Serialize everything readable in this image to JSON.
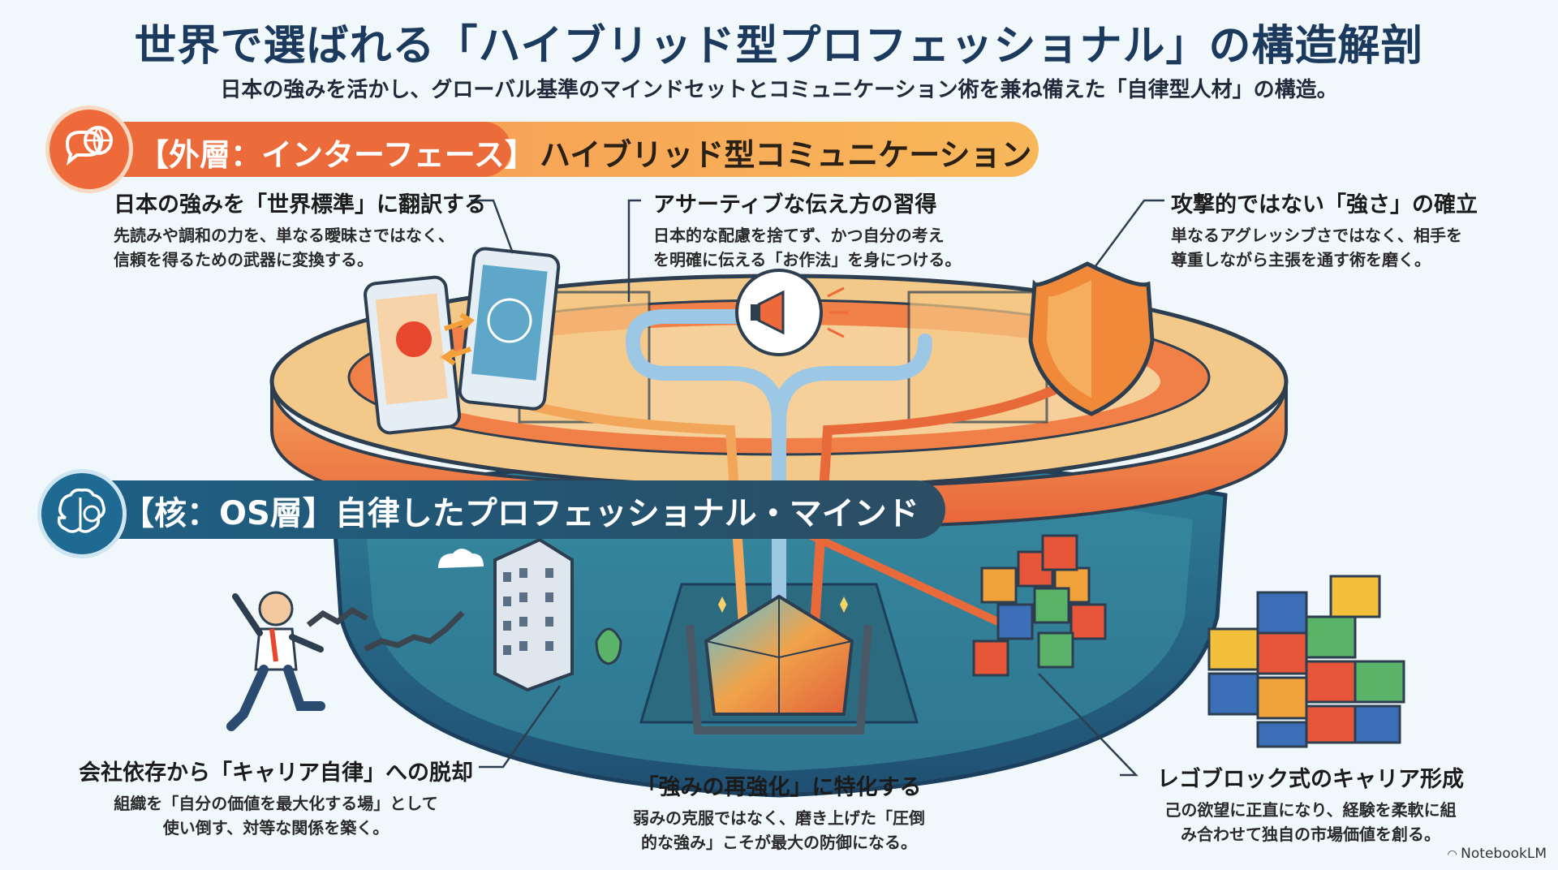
{
  "header": {
    "title": "世界で選ばれる「ハイブリッド型プロフェッショナル」の構造解剖",
    "subtitle": "日本の強みを活かし、グローバル基準のマインドセットとコミュニケーション術を兼ね備えた「自律型人材」の構造。"
  },
  "outer_layer": {
    "label": "【外層：インターフェース】",
    "title": "ハイブリッド型コミュニケーション",
    "icon": "chat-globe-icon",
    "annotations": [
      {
        "title": "日本の強みを「世界標準」に翻訳する",
        "lines": [
          "先読みや調和の力を、単なる曖昧さではなく、",
          "信頼を得るための武器に変換する。"
        ]
      },
      {
        "title": "アサーティブな伝え方の習得",
        "lines": [
          "日本的な配慮を捨てず、かつ自分の考え",
          "を明確に伝える「お作法」を身につける。"
        ]
      },
      {
        "title": "攻撃的ではない「強さ」の確立",
        "lines": [
          "単なるアグレッシブさではなく、相手を",
          "尊重しながら主張を通す術を磨く。"
        ]
      }
    ]
  },
  "core_layer": {
    "title": "【核：OS層】自律したプロフェッショナル・マインド",
    "icon": "brain-gear-icon",
    "annotations": [
      {
        "title": "会社依存から「キャリア自律」への脱却",
        "lines": [
          "組織を「自分の価値を最大化する場」として",
          "使い倒す、対等な関係を築く。"
        ]
      },
      {
        "title": "「強みの再強化」に特化する",
        "lines": [
          "弱みの克服ではなく、磨き上げた「圧倒",
          "的な強み」こそが最大の防御になる。"
        ]
      },
      {
        "title": "レゴブロック式のキャリア形成",
        "lines": [
          "己の欲望に正直になり、経験を柔軟に組",
          "み合わせて独自の市場価値を創る。"
        ]
      }
    ]
  },
  "footer": {
    "brand": "NotebookLM"
  },
  "colors": {
    "orange": "#ee6a3a",
    "amber": "#f7a556",
    "navy": "#1e5f84",
    "teal": "#2f8a8f"
  }
}
